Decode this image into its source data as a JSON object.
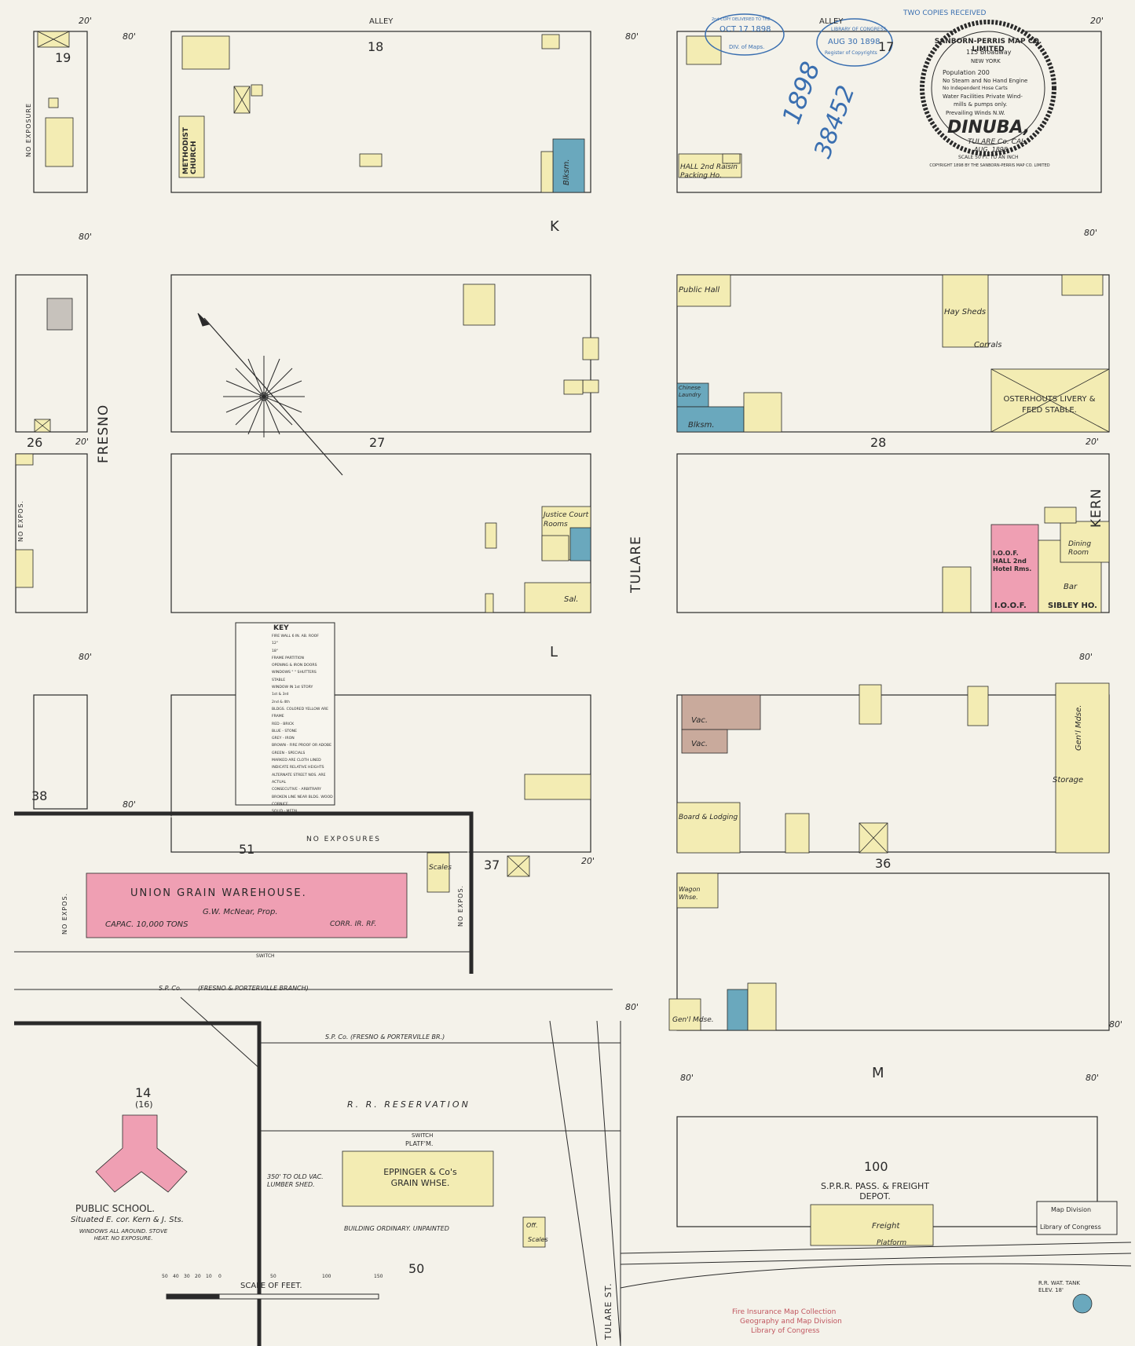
{
  "title_cartouche": {
    "publisher": "SANBORN-PERRIS MAP CO. LIMITED",
    "address": "115 Broadway",
    "city": "NEW YORK",
    "lines": [
      "Population 200",
      "No Steam and No Hand Engine",
      "No Independent Hose Carts",
      "Water Facilities Private Wind-",
      "mills & pumps only.",
      "Prevailing Winds N.W."
    ],
    "place": "DINUBA,",
    "county": "TULARE Co. CAL.",
    "date": "AUG. 1898.",
    "scale": "SCALE 50 FT. TO AN INCH",
    "copyright": "COPYRIGHT 1898 BY THE SANBORN-PERRIS MAP CO. LIMITED"
  },
  "stamps": {
    "two_copies": "TWO COPIES RECEIVED",
    "copyright_stamp": [
      "LIBRARY OF CONGRESS",
      "AUG 30 1898",
      "Register of Copyrights"
    ],
    "copy_delivered": [
      "2nd COPY DELIVERED TO THE",
      "OCT 17 1898",
      "DIV. of Maps."
    ],
    "handwritten": [
      "1898",
      "38452"
    ],
    "map_division": [
      "Map Division",
      "Library of Congress"
    ],
    "footer_stamp": [
      "Fire Insurance Map Collection",
      "Geography and Map Division",
      "Library of Congress"
    ]
  },
  "streets": {
    "alley_left": "ALLEY",
    "alley_right": "ALLEY",
    "k": "K",
    "l": "L",
    "m": "M",
    "fresno": "FRESNO",
    "tulare": "TULARE",
    "tulare_st": "TULARE ST.",
    "kern": "KERN"
  },
  "blocks": {
    "b19": "19",
    "b18": "18",
    "b17": "17",
    "b26": "26",
    "b27": "27",
    "b28": "28",
    "b38": "38",
    "b37": "37",
    "b36": "36",
    "b51": "51",
    "b14": "14",
    "b14_sub": "(16)",
    "b100": "100",
    "b50": "50"
  },
  "widths": {
    "w80": "80'",
    "w20": "20'"
  },
  "buildings": {
    "methodist": "METHODIST CHURCH",
    "blksm_k": "Blksm.",
    "hall_raisin": "HALL 2nd Raisin Packing Ho.",
    "public_hall": "Public Hall",
    "chinese": "Chinese Laundry",
    "blksm_28": "Blksm.",
    "hay_sheds": "Hay Sheds",
    "corrals": "Corrals",
    "osterhout": "OSTERHOUTS LIVERY & FEED STABLE.",
    "justice": "Justice Court Rooms",
    "sal": "Sal.",
    "ioof_hall": "I.O.O.F. HALL 2nd Hotel Rms.",
    "ioof": "I.O.O.F.",
    "sibley": "SIBLEY HO.",
    "dining": "Dining Room",
    "bar": "Bar",
    "vac1": "Vac.",
    "vac2": "Vac.",
    "board": "Board & Lodging",
    "genl_mdse_36": "Gen'l Mdse.",
    "storage": "Storage",
    "union": "UNION GRAIN WAREHOUSE.",
    "mcnear": "G.W. McNear, Prop.",
    "capac": "CAPAC. 10,000 TONS",
    "corr": "CORR. IR. RF.",
    "scales": "Scales",
    "wagon_whse": "Wagon Whse.",
    "genl_mdse_m": "Gen'l Mdse.",
    "public_school": "PUBLIC SCHOOL.",
    "school_loc": "Situated E. cor. Kern & J. Sts.",
    "school_note": "WINDOWS ALL AROUND. STOVE HEAT. NO EXPOSURE.",
    "eppinger": "EPPINGER & Co's GRAIN WHSE.",
    "eppinger_note": "BUILDING ORDINARY. UNPAINTED",
    "platfm": "PLATF'M.",
    "lumber": "350' TO OLD VAC. LUMBER SHED.",
    "depot": "S.P.R.R. PASS. & FREIGHT DEPOT.",
    "freight": "Freight",
    "platform": "Platform",
    "rr_tank": "R.R. WAT. TANK ELEV. 18'",
    "off": "Off.",
    "scales2": "Scales"
  },
  "rail": {
    "sp_co": "S.P. Co.",
    "branch1": "(FRESNO & PORTERVILLE BRANCH)",
    "sp_co2": "S.P. Co. (FRESNO & PORTERVILLE BR.)",
    "reservation": "R. R. RESERVATION",
    "switch1": "SWITCH",
    "switch2": "SWITCH"
  },
  "notes": {
    "no_exposure_19": "NO EXPOSURE",
    "no_expos_26": "NO EXPOS.",
    "no_exposures_51": "NO EXPOSURES",
    "no_expos_51l": "NO EXPOS.",
    "no_expos_51r": "NO EXPOS."
  },
  "key": {
    "heading": "KEY",
    "rows": [
      "FIRE WALL 6 IN. AB. ROOF",
      "12\"",
      "18\"",
      "FRAME PARTITION",
      "OPENING & IRON DOORS",
      "WINDOWS \" \" SHUTTERS",
      "STABLE",
      "WINDOW IN 1st STORY",
      "1st & 3rd",
      "2nd & 4th",
      "BLDGS. COLORED YELLOW ARE FRAME",
      "RED - BRICK",
      "BLUE - STONE",
      "GREY - IRON",
      "BROWN - FIRE PROOF OR ADOBE",
      "GREEN - SPECIALS",
      "MARKED ARE CLOTH LINED",
      "INDICATE RELATIVE HEIGHTS",
      "ALTERNATE STREET NOS. ARE ACTUAL",
      "CONSECUTIVE - ARBITRARY",
      "BROKEN LINE NEAR BLDG. WOOD CORNICE",
      "SOLID - METAL"
    ]
  },
  "scale_bar": {
    "label": "SCALE OF FEET.",
    "ticks": [
      "50",
      "40",
      "30",
      "20",
      "10",
      "0",
      "50",
      "100",
      "150"
    ]
  },
  "colors": {
    "paper": "#f4f2ea",
    "frame": "#f3ecb3",
    "brick": "#ef9fb3",
    "stone": "#6aa8bd",
    "iron": "#c7c2bc",
    "adobe": "#c9aa9c",
    "ink": "#2a2a2a"
  }
}
